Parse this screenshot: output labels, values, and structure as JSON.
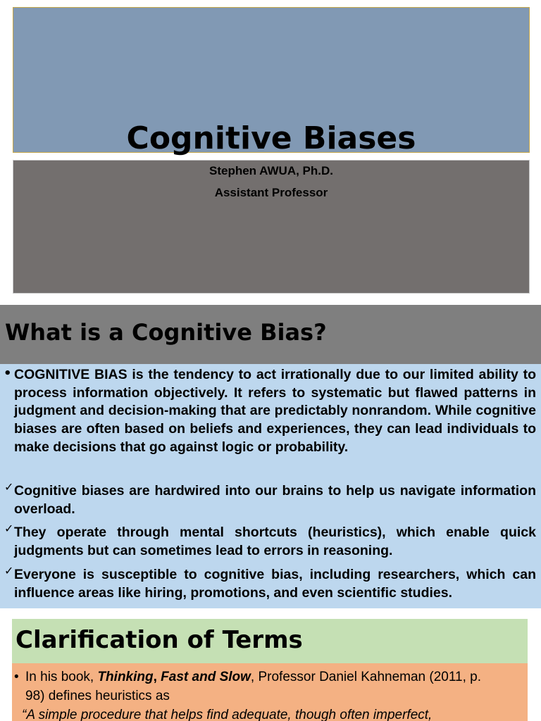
{
  "slide1": {
    "title": "Cognitive Biases",
    "author": "Stephen AWUA, Ph.D.",
    "role": "Assistant Professor"
  },
  "slide2": {
    "title": "What is a Cognitive Bias?",
    "bullet_symbol": "•",
    "check_symbol": "✓",
    "paragraphs": [
      "COGNITIVE BIAS is the tendency to act irrationally due to our limited ability to process information objectively. It refers to systematic but flawed patterns in judgment and decision-making that are predictably nonrandom. While cognitive biases are often based on beliefs and experiences, they can lead individuals to make decisions that go against logic or probability.",
      "Cognitive biases are hardwired into our brains to help us navigate information overload.",
      "They operate through mental shortcuts (heuristics), which enable quick judgments but can sometimes lead to errors in reasoning.",
      "Everyone is susceptible to cognitive bias, including researchers, which can influence areas like hiring, promotions, and even scientific studies."
    ]
  },
  "slide3": {
    "title": "Clarification of Terms",
    "bullet_symbol": "•",
    "intro_prefix": "In his book, ",
    "book_part1": "Thinking",
    "book_sep": ", ",
    "book_part2": "Fast and Slow",
    "intro_suffix": ", Professor Daniel Kahneman (2011, p.",
    "intro_line2": "98) defines heuristics as",
    "quote": "“A simple procedure that helps find adequate, though often imperfect,"
  },
  "colors": {
    "title_bg": "#8199b4",
    "subtitle_bg": "#736f6e",
    "s2_header_bg": "#7f7f7f",
    "s2_body_bg": "#bdd7ee",
    "s3_header_bg": "#c5e0b4",
    "s3_body_bg": "#f4b183"
  }
}
